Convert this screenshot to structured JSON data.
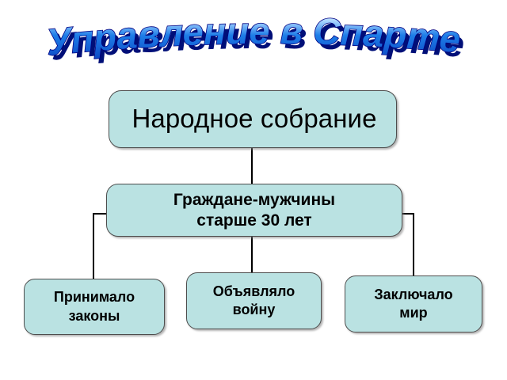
{
  "slide": {
    "title": "Управление  в  Спарте",
    "background_color": "#ffffff",
    "title_fill_color": "#1874e0",
    "title_outline_color": "#000080"
  },
  "diagram": {
    "type": "org-chart",
    "node_fill_color": "#bae2e2",
    "node_border_color": "#4d4d4d",
    "connector_color": "#000000",
    "nodes": [
      {
        "id": "assembly",
        "label": "Народное собрание",
        "level": 0,
        "bold": false
      },
      {
        "id": "citizens",
        "label_line1": "Граждане-мужчины",
        "label_line2": "старше 30 лет",
        "level": 1,
        "bold": true
      },
      {
        "id": "laws",
        "label_line1": "Принимало",
        "label_line2": "законы",
        "level": 2,
        "bold": true
      },
      {
        "id": "war",
        "label_line1": "Объявляло",
        "label_line2": "войну",
        "level": 2,
        "bold": true
      },
      {
        "id": "peace",
        "label_line1": "Заключало",
        "label_line2": "мир",
        "level": 2,
        "bold": true
      }
    ],
    "edges": [
      {
        "from": "assembly",
        "to": "citizens"
      },
      {
        "from": "citizens",
        "to": "laws"
      },
      {
        "from": "citizens",
        "to": "war"
      },
      {
        "from": "citizens",
        "to": "peace"
      }
    ]
  }
}
